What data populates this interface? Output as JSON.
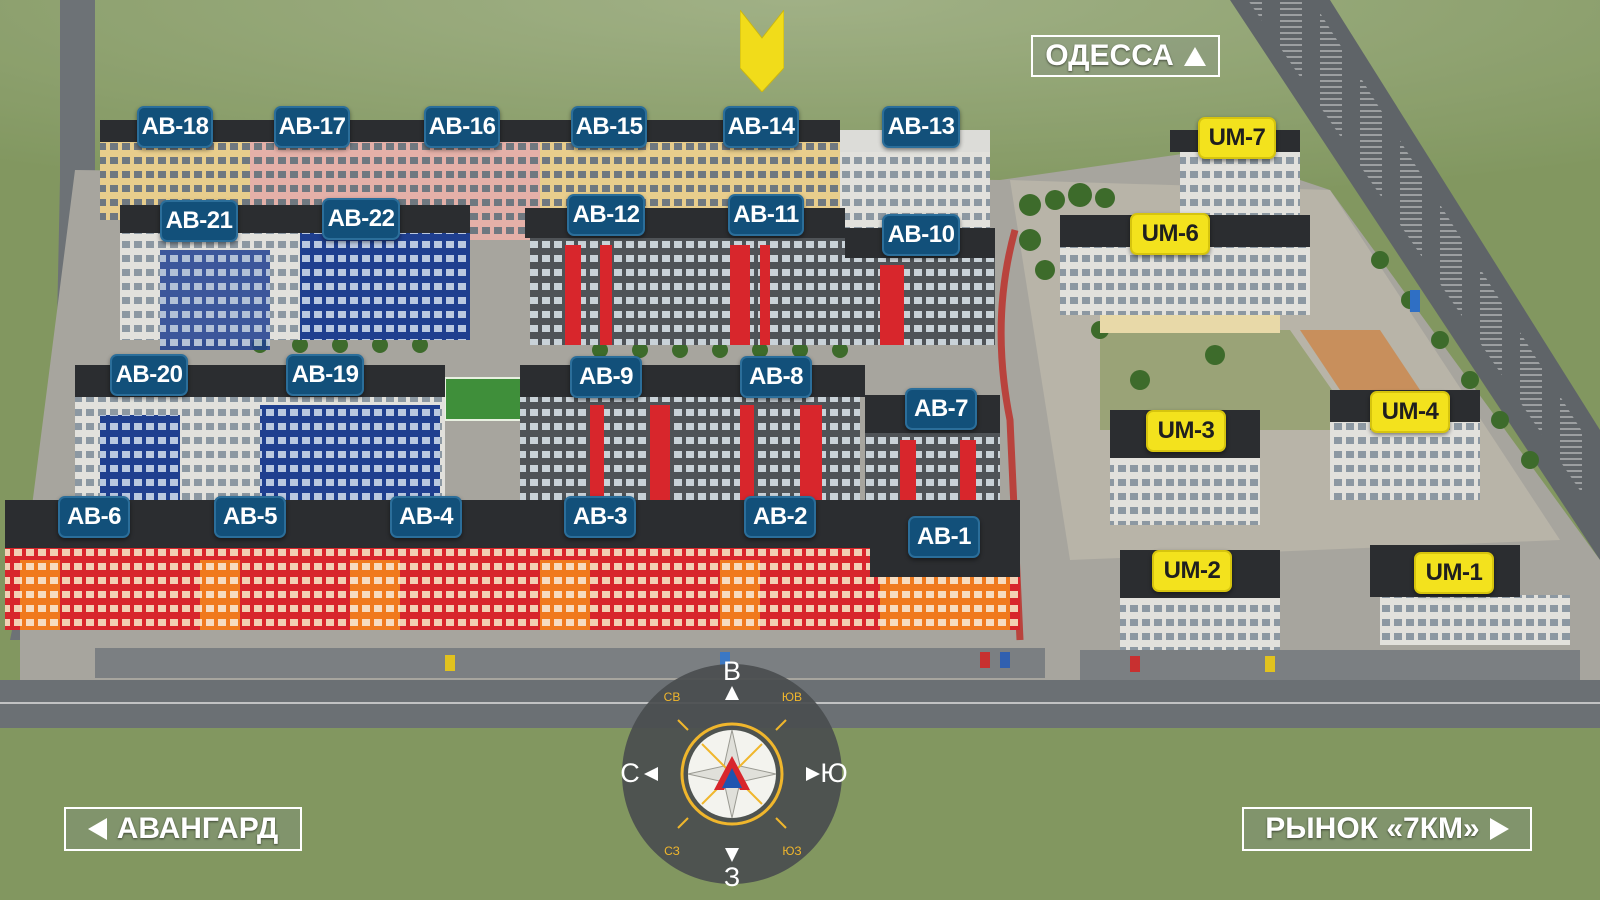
{
  "navigation": {
    "odessa_label": "ОДЕССА",
    "avangard_label": "АВАНГАРД",
    "rynok_label": "РЫНОК «7КМ»"
  },
  "colors": {
    "avangard_label_bg": "#12507a",
    "um_label_bg": "#f3e21d",
    "selection_marker": "#f1dc1a",
    "compass_accent": "#f0b62c",
    "building_red": "#d8262c",
    "building_orange": "#f07a1e",
    "building_blue": "#1f3f8f",
    "grass": "#7f955d"
  },
  "selected_building": "АВ-14",
  "buildings_avangard": [
    {
      "id": "ab-18",
      "label": "АВ-18"
    },
    {
      "id": "ab-17",
      "label": "АВ-17"
    },
    {
      "id": "ab-16",
      "label": "АВ-16"
    },
    {
      "id": "ab-15",
      "label": "АВ-15"
    },
    {
      "id": "ab-14",
      "label": "АВ-14"
    },
    {
      "id": "ab-13",
      "label": "АВ-13"
    },
    {
      "id": "ab-21",
      "label": "АВ-21"
    },
    {
      "id": "ab-22",
      "label": "АВ-22"
    },
    {
      "id": "ab-12",
      "label": "АВ-12"
    },
    {
      "id": "ab-11",
      "label": "АВ-11"
    },
    {
      "id": "ab-10",
      "label": "АВ-10"
    },
    {
      "id": "ab-20",
      "label": "АВ-20"
    },
    {
      "id": "ab-19",
      "label": "АВ-19"
    },
    {
      "id": "ab-9",
      "label": "АВ-9"
    },
    {
      "id": "ab-8",
      "label": "АВ-8"
    },
    {
      "id": "ab-7",
      "label": "АВ-7"
    },
    {
      "id": "ab-6",
      "label": "АВ-6"
    },
    {
      "id": "ab-5",
      "label": "АВ-5"
    },
    {
      "id": "ab-4",
      "label": "АВ-4"
    },
    {
      "id": "ab-3",
      "label": "АВ-3"
    },
    {
      "id": "ab-2",
      "label": "АВ-2"
    },
    {
      "id": "ab-1",
      "label": "АВ-1"
    }
  ],
  "buildings_um": [
    {
      "id": "um-7",
      "label": "UM-7"
    },
    {
      "id": "um-6",
      "label": "UM-6"
    },
    {
      "id": "um-3",
      "label": "UM-3"
    },
    {
      "id": "um-4",
      "label": "UM-4"
    },
    {
      "id": "um-2",
      "label": "UM-2"
    },
    {
      "id": "um-1",
      "label": "UM-1"
    }
  ],
  "compass": {
    "north": "В",
    "south": "З",
    "west": "С",
    "east": "Ю",
    "northwest": "СВ",
    "northeast": "ЮВ",
    "southwest": "СЗ",
    "southeast": "ЮЗ",
    "logo_icon": "avangard-logo-icon"
  }
}
